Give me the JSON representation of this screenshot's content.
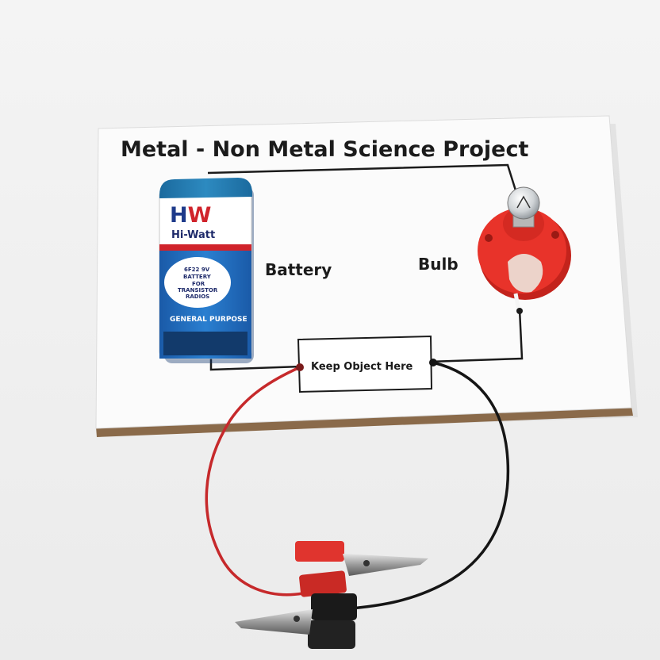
{
  "board": {
    "title": "Metal - Non Metal Science Project",
    "battery_label": "Battery",
    "bulb_label": "Bulb",
    "object_box_label": "Keep Object Here"
  },
  "battery": {
    "brand_logo": "HW",
    "brand_name": "Hi-Watt",
    "spec_line1": "6F22 9V",
    "spec_line2": "BATTERY",
    "spec_line3": "FOR",
    "spec_line4": "TRANSISTOR",
    "spec_line5": "RADIOS",
    "footer": "GENERAL PURPOSE"
  },
  "colors": {
    "background": "#f2f2f2",
    "board": "#fbfbfb",
    "board_edge": "#8a6a4a",
    "wire_drawn": "#1b1b1b",
    "wire_red": "#c6292b",
    "wire_black": "#151515",
    "battery_blue": "#1f6fbf",
    "battery_red": "#d0232b",
    "bulb_holder": "#e8332a",
    "clip_red": "#e0342e",
    "clip_black": "#1a1a1a"
  }
}
